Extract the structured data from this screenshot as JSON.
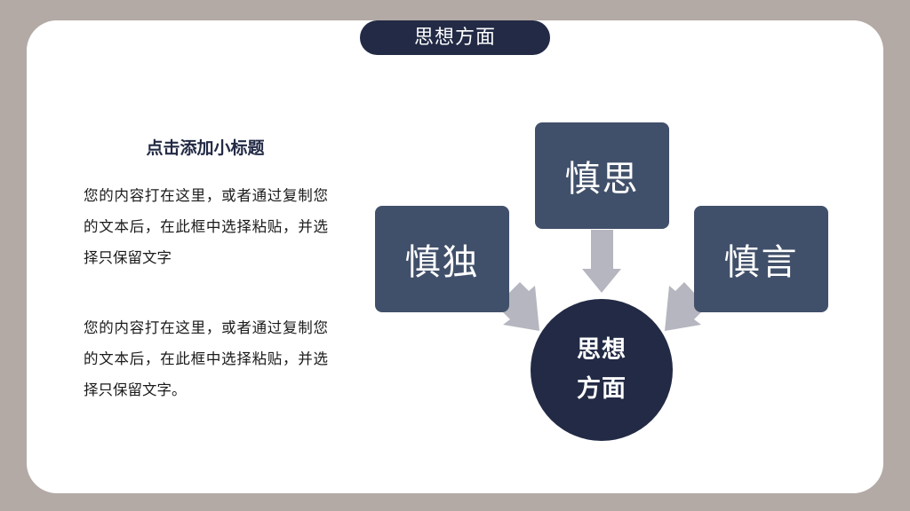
{
  "header": {
    "title": "思想方面"
  },
  "content": {
    "subtitle": "点击添加小标题",
    "paragraph_1": "您的内容打在这里，或者通过复制您的文本后，在此框中选择粘贴，并选择只保留文字",
    "paragraph_2": "您的内容打在这里，或者通过复制您的文本后，在此框中选择粘贴，并选择只保留文字。"
  },
  "diagram": {
    "top_box": "慎思",
    "left_box": "慎独",
    "right_box": "慎言",
    "center": "思想方面"
  },
  "colors": {
    "background": "#b3aaa5",
    "card": "#ffffff",
    "navy": "#222a45",
    "box": "#41506a",
    "arrow": "#b5b6bf"
  }
}
